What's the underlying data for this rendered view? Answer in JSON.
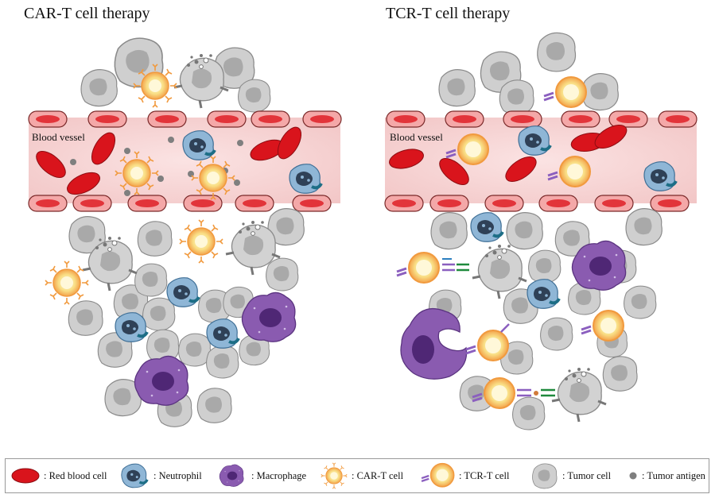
{
  "panels": {
    "left_title": "CAR-T cell therapy",
    "right_title": "TCR-T cell therapy",
    "vessel_label": "Blood vessel"
  },
  "legend": [
    {
      "icon": "red-blood-cell-icon",
      "label": ": Red blood cell"
    },
    {
      "icon": "neutrophil-icon",
      "label": ": Neutrophil"
    },
    {
      "icon": "macrophage-icon",
      "label": ": Macrophage"
    },
    {
      "icon": "car-t-cell-icon",
      "label": ": CAR-T cell"
    },
    {
      "icon": "tcr-t-cell-icon",
      "label": ": TCR-T cell"
    },
    {
      "icon": "tumor-cell-icon",
      "label": ": Tumor cell"
    },
    {
      "icon": "tumor-antigen-icon",
      "label": ": Tumor antigen"
    }
  ],
  "colors": {
    "vessel_fill": "#f6d3d3",
    "rbc": "#d9141c",
    "tumor_cell": "#c9c9c9",
    "macrophage": "#8a5bb0",
    "neutrophil": "#8fb6d6",
    "t_cell_core": "#f7e3a0",
    "t_cell_ring": "#f19a3e"
  }
}
